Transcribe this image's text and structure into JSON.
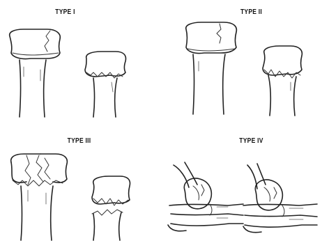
{
  "panels": [
    {
      "id": "type-1",
      "title": "TYPE I"
    },
    {
      "id": "type-2",
      "title": "TYPE II"
    },
    {
      "id": "type-3",
      "title": "TYPE III"
    },
    {
      "id": "type-4",
      "title": "TYPE IV"
    }
  ]
}
